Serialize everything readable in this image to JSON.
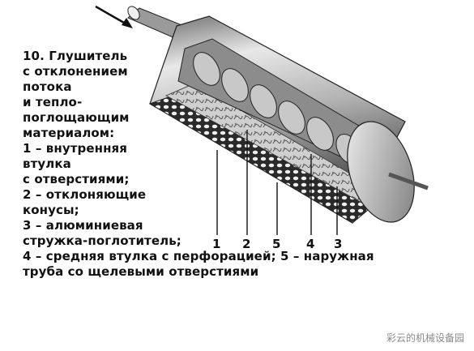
{
  "caption": {
    "lines": [
      "10. Глушитель",
      "с отклонением",
      "потока",
      "и тепло-",
      "поглощающим",
      "материалом:",
      "1 – внутренняя",
      "втулка",
      "с отверстиями;",
      "2 – отклоняющие",
      "конусы;",
      "3 – алюминиевая",
      "стружка-поглотитель;",
      "4 – средняя втулка  с перфорацией; 5 – наружная",
      "труба со щелевыми отверстиями"
    ]
  },
  "callouts": [
    "1",
    "2",
    "5",
    "4",
    "3"
  ],
  "watermark": "彩云的机械设备园",
  "colors": {
    "ink": "#111111",
    "metal_light": "#d9d9d9",
    "metal_dark": "#555555"
  }
}
